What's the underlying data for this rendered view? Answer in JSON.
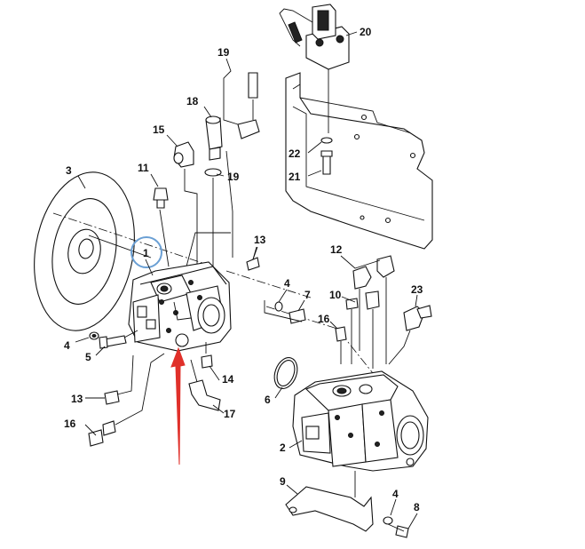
{
  "diagram": {
    "labels": {
      "l1": "1",
      "l2": "2",
      "l3": "3",
      "l4a": "4",
      "l4b": "4",
      "l4c": "4",
      "l5": "5",
      "l6": "6",
      "l7": "7",
      "l8": "8",
      "l9": "9",
      "l10": "10",
      "l11": "11",
      "l12": "12",
      "l13a": "13",
      "l13b": "13",
      "l14": "14",
      "l15": "15",
      "l16a": "16",
      "l16b": "16",
      "l17": "17",
      "l18": "18",
      "l19a": "19",
      "l19b": "19",
      "l20": "20",
      "l21": "21",
      "l22": "22",
      "l23": "23"
    },
    "colors": {
      "highlight_circle": "#6a9fd4",
      "arrow": "#e0302a",
      "line": "#111111"
    }
  }
}
